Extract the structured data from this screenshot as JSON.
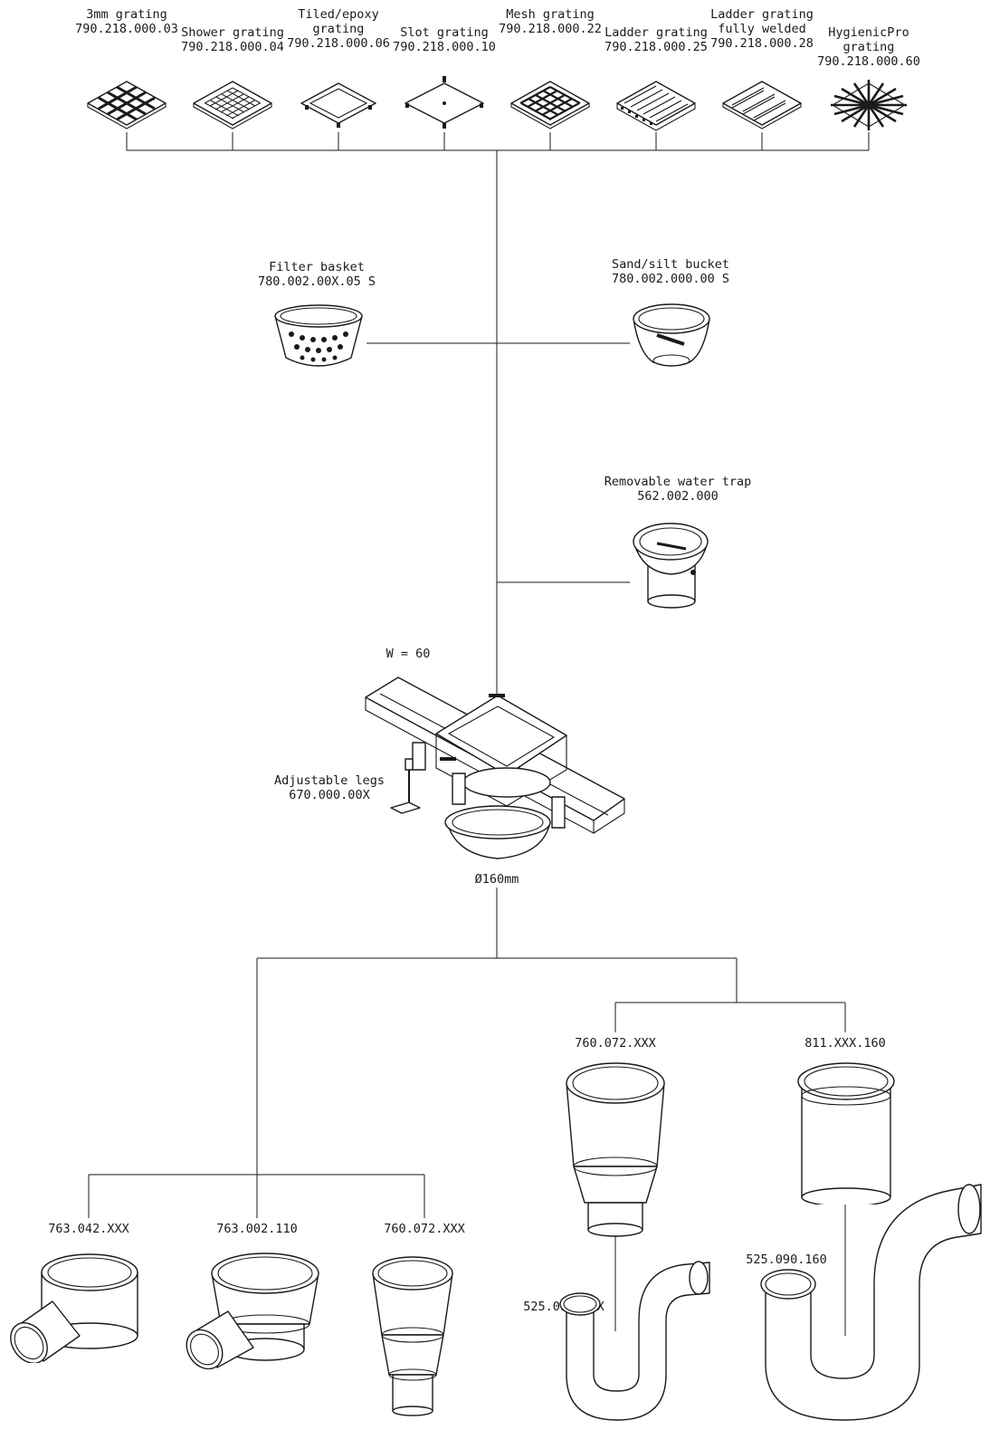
{
  "gratings": [
    {
      "line1": "3mm grating",
      "line2": "790.218.000.03",
      "line3": "",
      "icon": "crossed-grid-grating-icon"
    },
    {
      "line1": "Shower grating",
      "line2": "790.218.000.04",
      "line3": "",
      "icon": "fine-mesh-grating-icon"
    },
    {
      "line1": "Tiled/epoxy",
      "line2": "grating",
      "line3": "790.218.000.06",
      "icon": "open-frame-grating-icon"
    },
    {
      "line1": "Slot grating",
      "line2": "790.218.000.10",
      "line3": "",
      "icon": "slot-grating-icon"
    },
    {
      "line1": "Mesh grating",
      "line2": "790.218.000.22",
      "line3": "",
      "icon": "mesh-grating-icon"
    },
    {
      "line1": "Ladder grating",
      "line2": "790.218.000.25",
      "line3": "",
      "icon": "ladder-grating-icon"
    },
    {
      "line1": "Ladder grating",
      "line2": "fully welded",
      "line3": "790.218.000.28",
      "icon": "welded-ladder-grating-icon"
    },
    {
      "line1": "HygienicPro",
      "line2": "grating",
      "line3": "790.218.000.60",
      "icon": "hygienic-grating-icon"
    }
  ],
  "components": {
    "filter_basket": {
      "name": "Filter basket",
      "code": "780.002.00X.05 S"
    },
    "sand_bucket": {
      "name": "Sand/silt bucket",
      "code": "780.002.000.00 S"
    },
    "water_trap": {
      "name": "Removable water trap",
      "code": "562.002.000"
    },
    "channel_width": "W = 60",
    "adjustable_legs": {
      "name": "Adjustable legs",
      "code": "670.000.00X"
    },
    "diameter": "Ø160mm"
  },
  "outlets": {
    "o1": "763.042.XXX",
    "o2": "763.002.110",
    "o3": "760.072.XXX",
    "o4": "760.072.XXX",
    "o5": "811.XXX.160",
    "trap1": "525.090.XXX",
    "trap2": "525.090.160"
  }
}
